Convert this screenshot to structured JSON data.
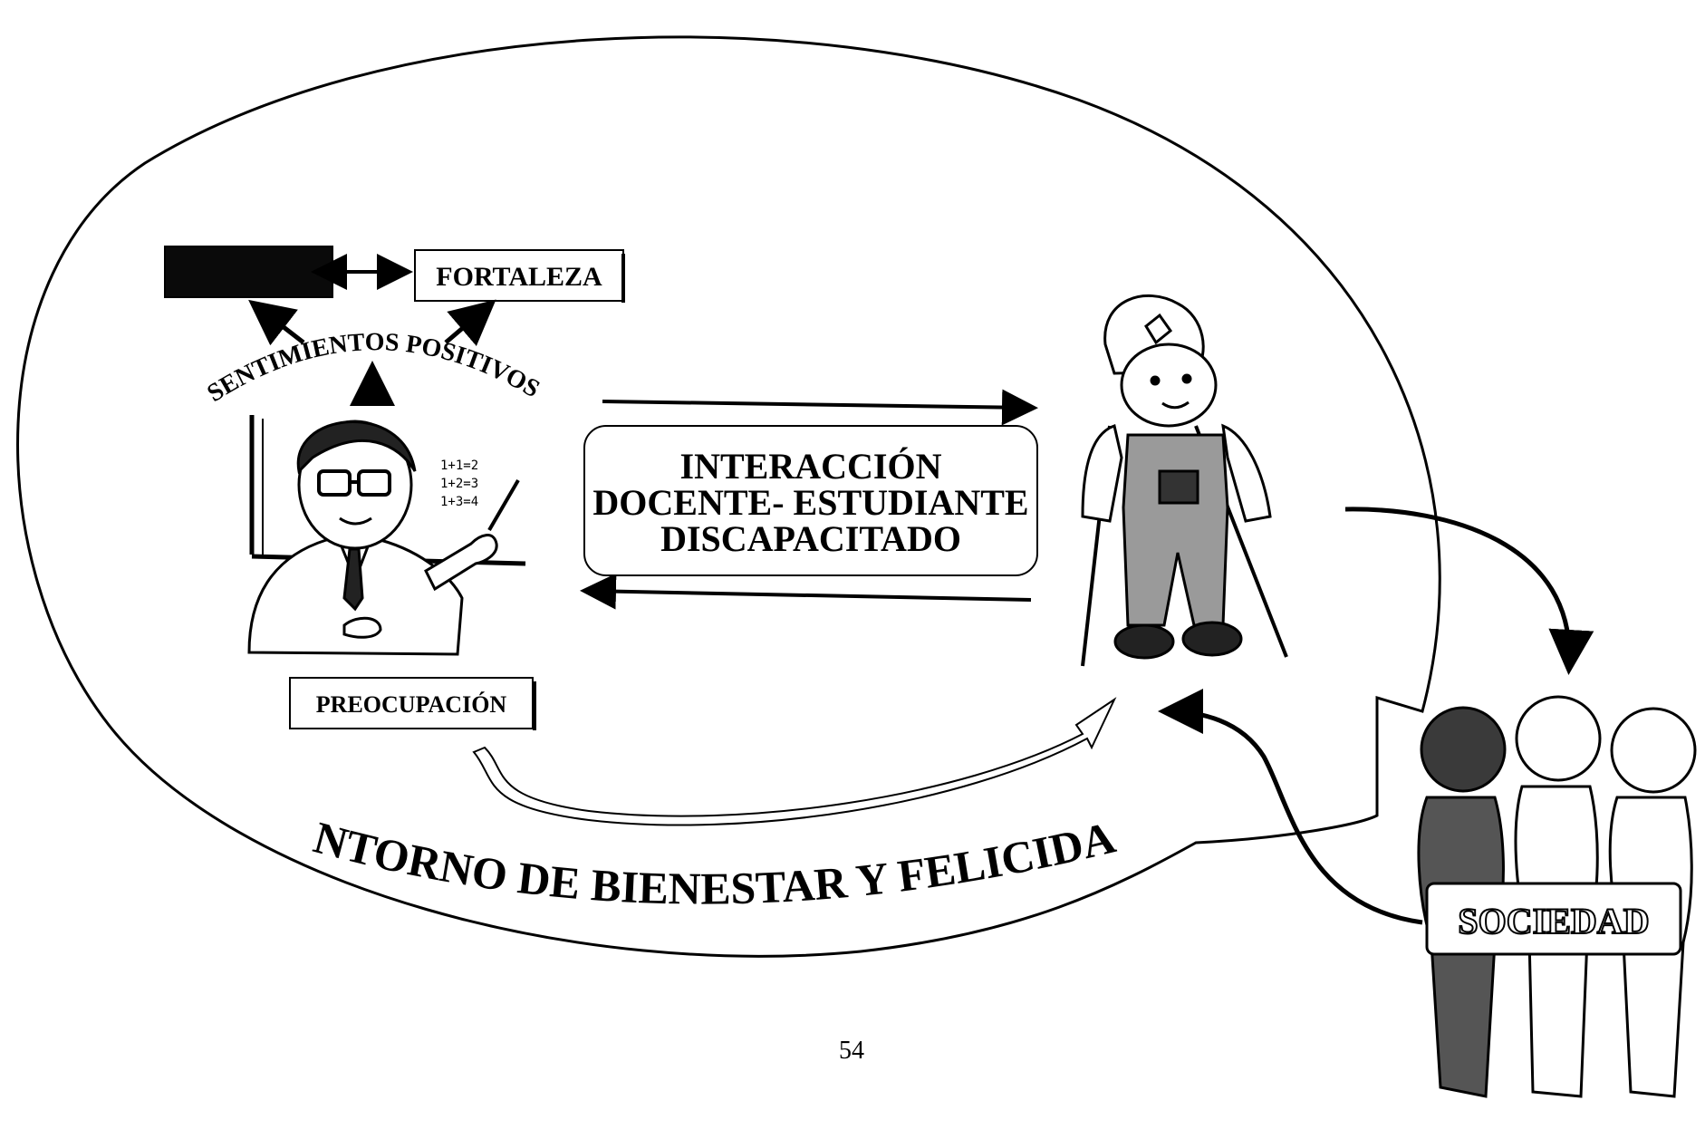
{
  "diagram": {
    "top_left_box_label": "",
    "fortaleza_label": "FORTALEZA",
    "sentimientos_label": "SENTIMIENTOS POSITIVOS",
    "preocupacion_label": "PREOCUPACIÓN",
    "interaction_lines": [
      "INTERACCIÓN",
      "DOCENTE- ESTUDIANTE",
      "DISCAPACITADO"
    ],
    "environment_label": "ENTORNO DE BIENESTAR Y FELICIDAD",
    "society_label": "SOCIEDAD",
    "board_math": [
      "1+1=2",
      "1+2=3",
      "1+3=4"
    ]
  },
  "page_number": "54"
}
